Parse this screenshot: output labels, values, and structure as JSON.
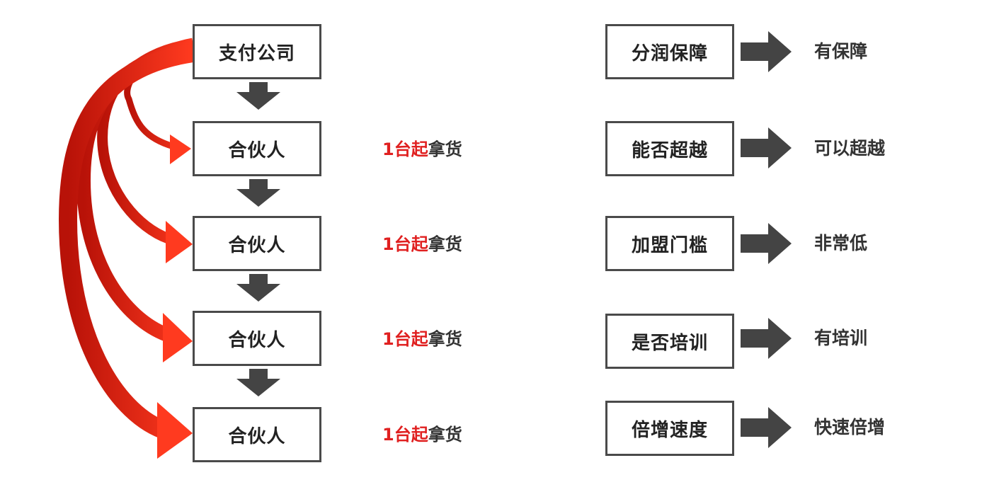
{
  "colors": {
    "accent": "#e02020",
    "curve_dark": "#b81208",
    "curve_light": "#ff3a1f",
    "arrow_gray": "#444444",
    "border": "#4a4a4a"
  },
  "left": {
    "top_box": "支付公司",
    "partners": [
      {
        "name": "合伙人",
        "tag_red": "1台起",
        "tag_black": "拿货"
      },
      {
        "name": "合伙人",
        "tag_red": "1台起",
        "tag_black": "拿货"
      },
      {
        "name": "合伙人",
        "tag_red": "1台起",
        "tag_black": "拿货"
      },
      {
        "name": "合伙人",
        "tag_red": "1台起",
        "tag_black": "拿货"
      }
    ]
  },
  "right": {
    "rows": [
      {
        "question": "分润保障",
        "answer": "有保障"
      },
      {
        "question": "能否超越",
        "answer": "可以超越"
      },
      {
        "question": "加盟门槛",
        "answer": "非常低"
      },
      {
        "question": "是否培训",
        "answer": "有培训"
      },
      {
        "question": "倍增速度",
        "answer": "快速倍增"
      }
    ]
  }
}
